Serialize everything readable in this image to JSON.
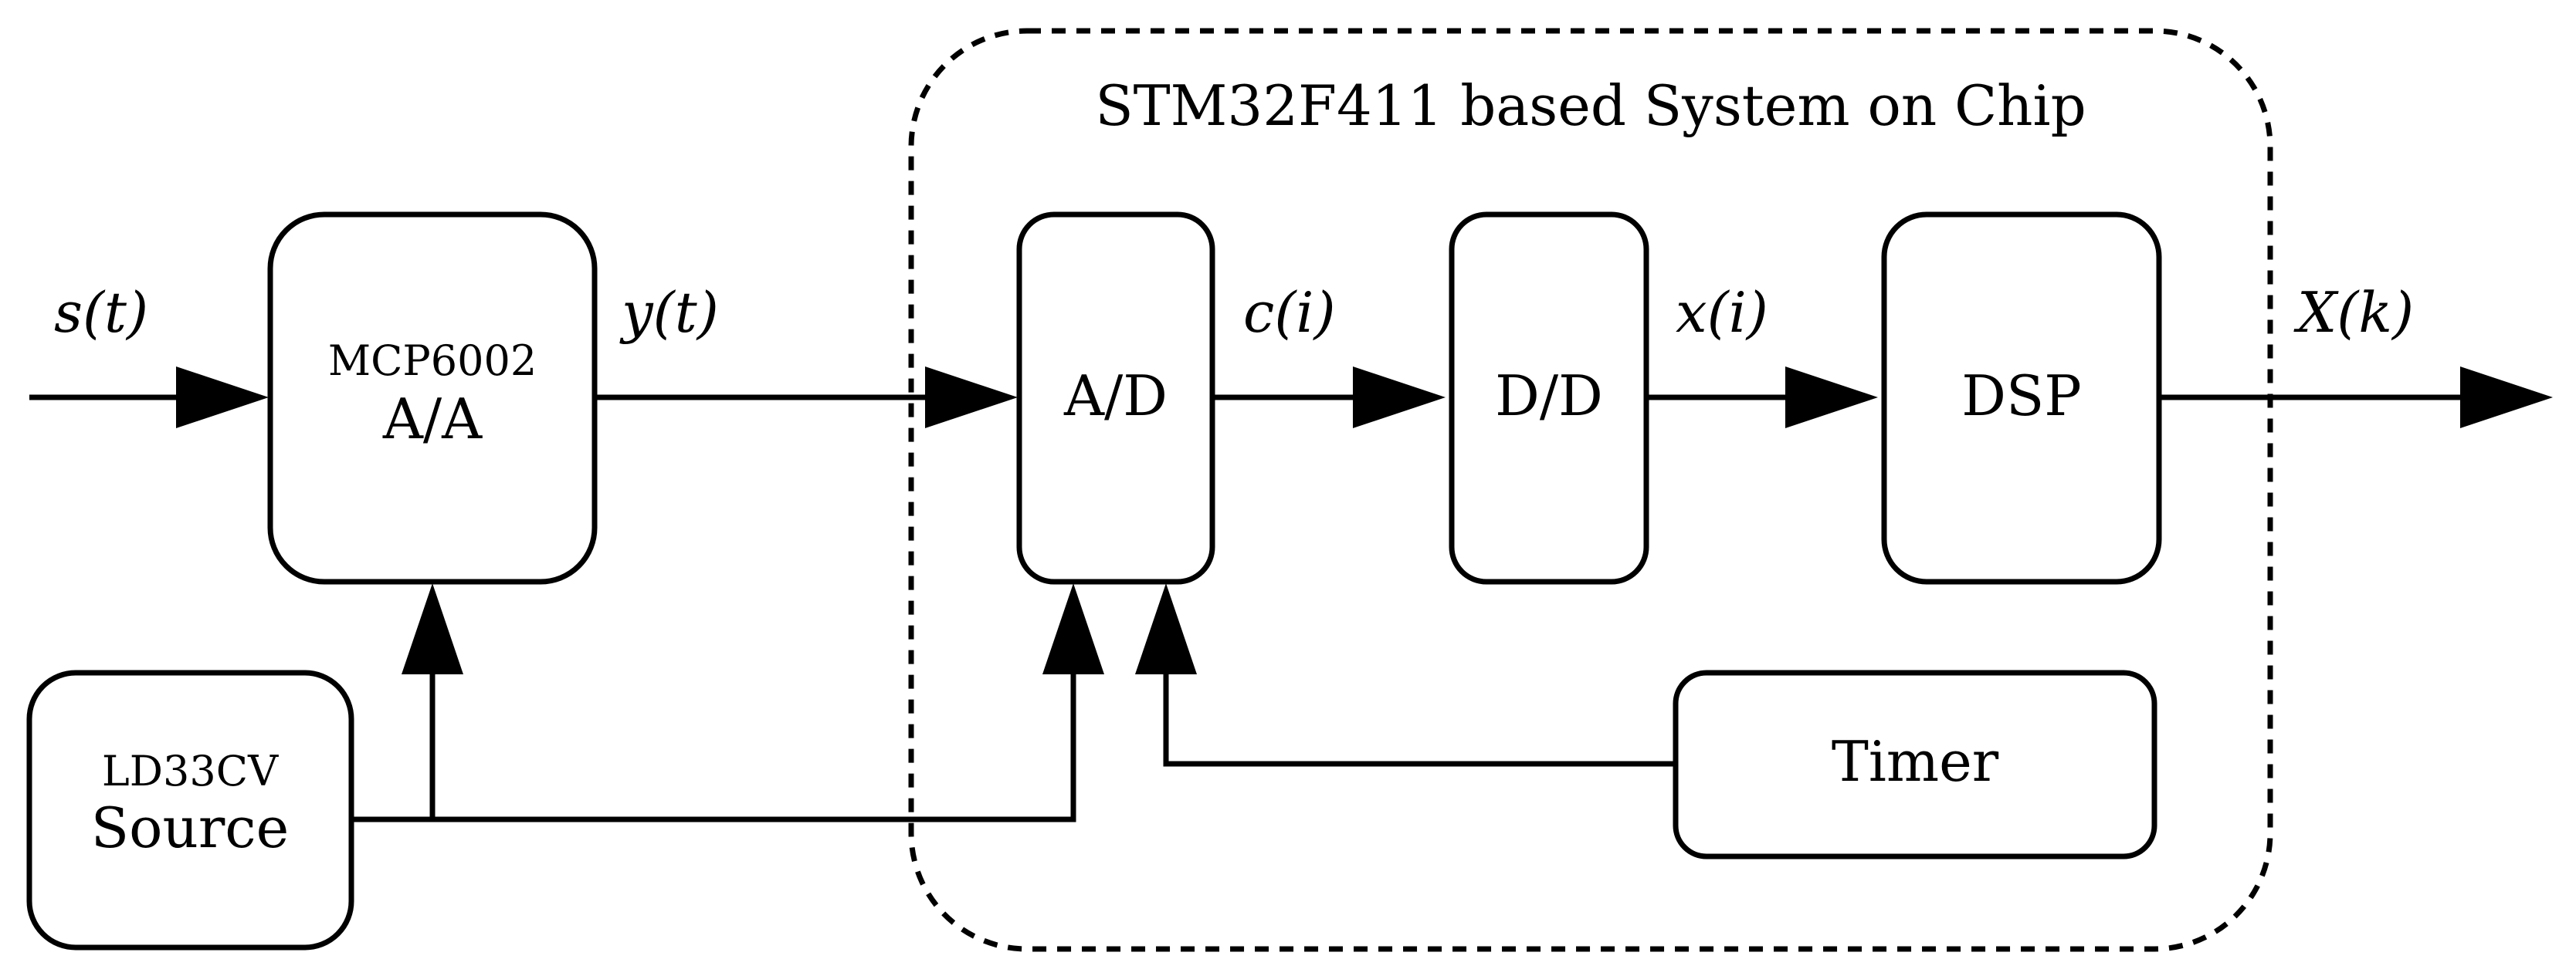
{
  "soc": {
    "title": "STM32F411 based System on Chip"
  },
  "blocks": {
    "amp": {
      "model": "MCP6002",
      "label": "A/A"
    },
    "adc": {
      "label": "A/D"
    },
    "dd": {
      "label": "D/D"
    },
    "dsp": {
      "label": "DSP"
    },
    "timer": {
      "label": "Timer"
    },
    "source": {
      "model": "LD33CV",
      "label": "Source"
    }
  },
  "signals": {
    "s": "s(t)",
    "y": "y(t)",
    "c": "c(i)",
    "x": "x(i)",
    "X": "X(k)"
  }
}
